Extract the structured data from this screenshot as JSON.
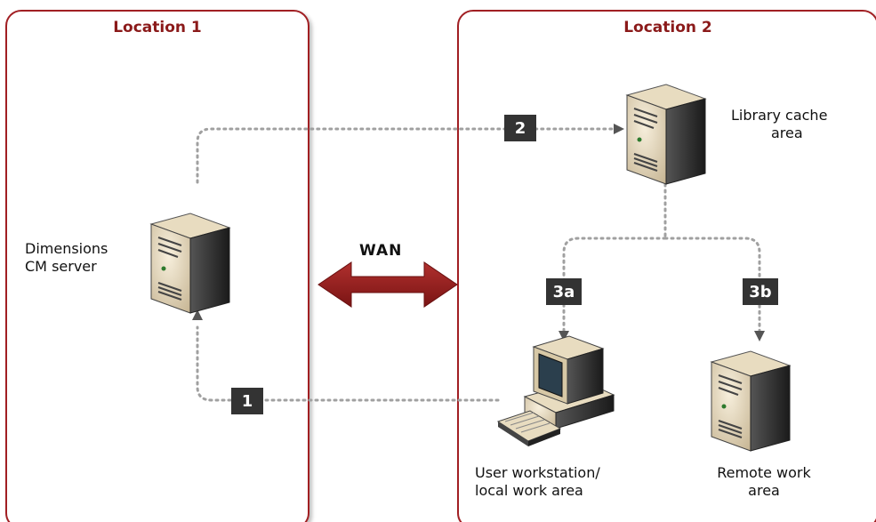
{
  "locations": {
    "one": {
      "title": "Location 1"
    },
    "two": {
      "title": "Location 2"
    }
  },
  "nodes": {
    "dimensions_server": {
      "line1": "Dimensions",
      "line2": "CM server"
    },
    "library_cache": {
      "line1": "Library cache",
      "line2": "area"
    },
    "user_workstation": {
      "line1": "User workstation/",
      "line2": "local work area"
    },
    "remote_work_area": {
      "line1": "Remote work",
      "line2": "area"
    }
  },
  "network": {
    "label": "WAN"
  },
  "steps": {
    "s1": "1",
    "s2": "2",
    "s3a": "3a",
    "s3b": "3b"
  },
  "colors": {
    "accent": "#a11f23",
    "badge": "#333333",
    "path": "#a0a0a0"
  },
  "icons": [
    "server-icon",
    "workstation-icon",
    "double-arrow-icon"
  ]
}
